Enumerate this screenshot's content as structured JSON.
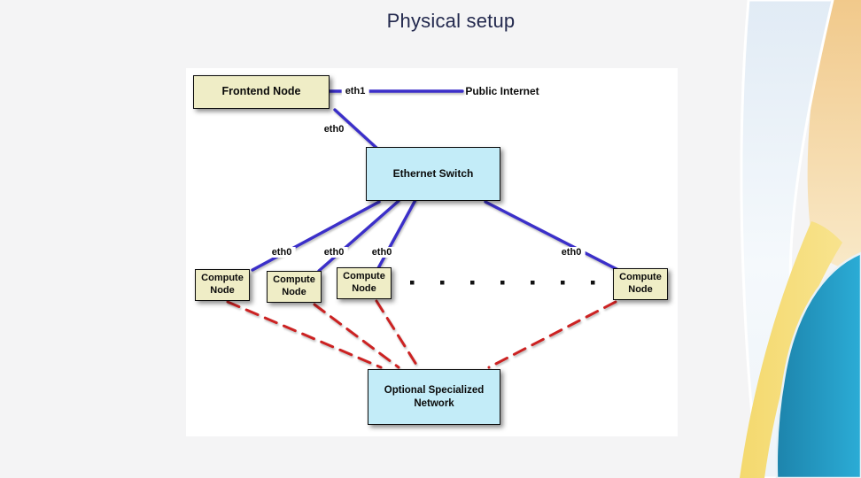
{
  "slide": {
    "title": "Physical setup"
  },
  "diagram": {
    "boxes": {
      "frontend": "Frontend Node",
      "ethernet_switch": "Ethernet Switch",
      "compute_node": "Compute Node",
      "optional_network": "Optional Specialized Network"
    },
    "port_labels": {
      "eth0": "eth0",
      "eth1": "eth1"
    },
    "external": {
      "public_internet": "Public Internet"
    },
    "ellipsis": {
      "dot_count": 7
    },
    "colors": {
      "ethernet_link": "#3b2fc9",
      "specialized_link": "#cc2222",
      "node_fill": "#efedc6",
      "switch_fill": "#c3ecf8",
      "dot_color": "#111111"
    }
  }
}
